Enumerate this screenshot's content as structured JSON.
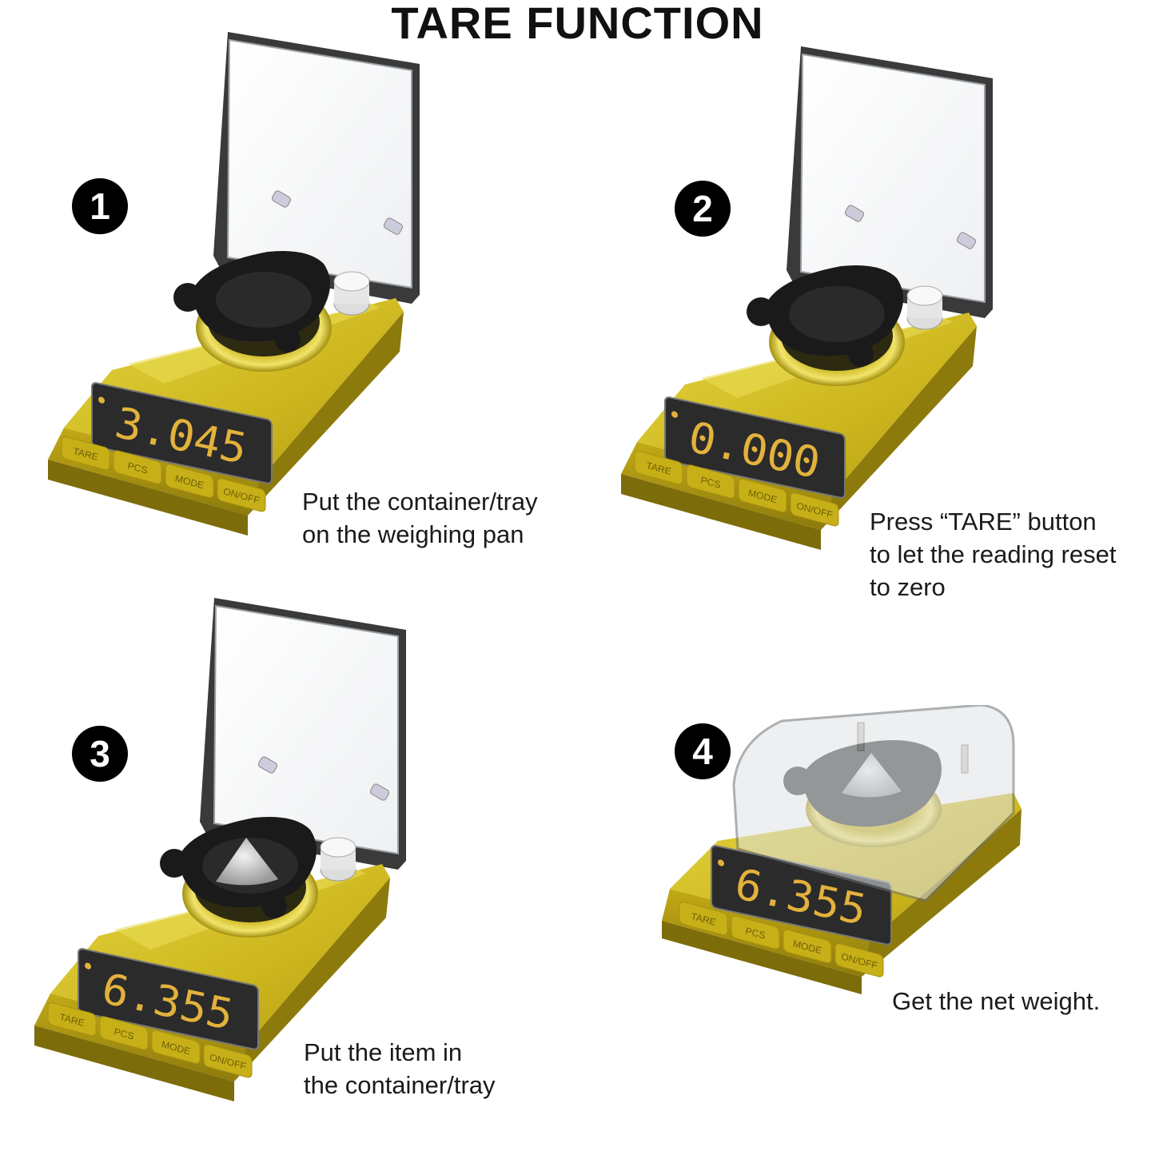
{
  "title": "TARE FUNCTION",
  "colors": {
    "gold": "#c9b21a",
    "gold_dark": "#9a8610",
    "gold_light": "#e4d540",
    "lcd_bg": "#2b2b2b",
    "lcd_text": "#e3b23c",
    "badge": "#000000"
  },
  "buttons": [
    "TARE",
    "PCS",
    "MODE",
    "ON/OFF"
  ],
  "steps": [
    {
      "number": "1",
      "reading": "3.045",
      "caption": [
        "Put the container/tray",
        "on the weighing pan"
      ]
    },
    {
      "number": "2",
      "reading": "0.000",
      "caption": [
        "Press “TARE” button",
        "to let the reading reset",
        "to zero"
      ]
    },
    {
      "number": "3",
      "reading": "6.355",
      "caption": [
        "Put the item in",
        "the container/tray"
      ]
    },
    {
      "number": "4",
      "reading": "6.355",
      "caption": [
        "Get the net weight."
      ]
    }
  ]
}
